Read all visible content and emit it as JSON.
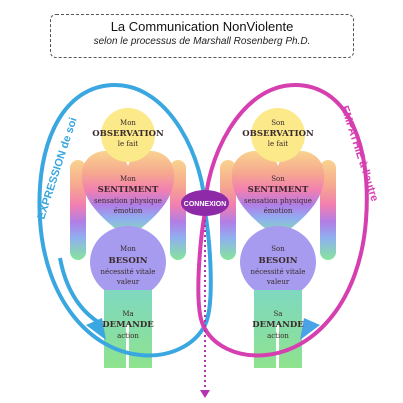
{
  "title": {
    "main": "La Communication NonViolente",
    "sub": "selon le processus de Marshall Rosenberg Ph.D."
  },
  "left_label": "EXPRESSION de soi",
  "right_label": "EMPATHIE à l'autre",
  "center": "CONNEXION",
  "left_person": {
    "observation": {
      "pre": "Mon",
      "key": "OBSERVATION",
      "desc": "le fait"
    },
    "sentiment": {
      "pre": "Mon",
      "key": "SENTIMENT",
      "desc1": "sensation physique",
      "desc2": "émotion"
    },
    "besoin": {
      "pre": "Mon",
      "key": "BESOIN",
      "desc1": "nécessité vitale",
      "desc2": "valeur"
    },
    "demande": {
      "pre": "Ma",
      "key": "DEMANDE",
      "desc": "action"
    }
  },
  "right_person": {
    "observation": {
      "pre": "Son",
      "key": "OBSERVATION",
      "desc": "le fait"
    },
    "sentiment": {
      "pre": "Son",
      "key": "SENTIMENT",
      "desc1": "sensation physique",
      "desc2": "émotion"
    },
    "besoin": {
      "pre": "Son",
      "key": "BESOIN",
      "desc1": "nécessité vitale",
      "desc2": "valeur"
    },
    "demande": {
      "pre": "Sa",
      "key": "DEMANDE",
      "desc": "action"
    }
  },
  "colors": {
    "expression": "#3aa7e0",
    "empathie": "#d63fb0",
    "connexion": "#8e2aa8",
    "head": "#fbe98a",
    "body_top": "#f7c7a0",
    "body_mid": "#f48fb0",
    "body_low": "#a8a0ef",
    "legs": "#8ee39a"
  }
}
